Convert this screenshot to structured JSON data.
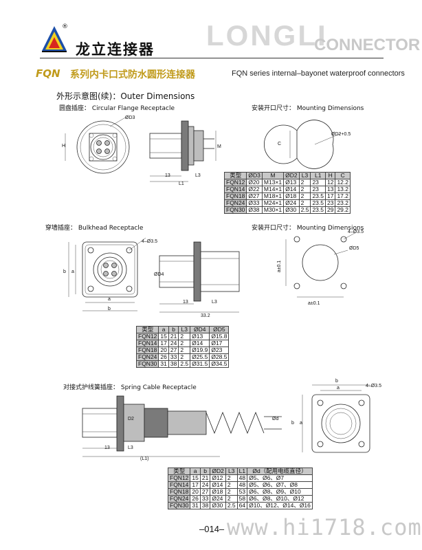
{
  "header": {
    "brand_cn": "龙立连接器",
    "brand_en_big": "LONGLI",
    "brand_en_small": "CONNECTOR",
    "registered": "®"
  },
  "series": {
    "code": "FQN",
    "title_cn": "系列内卡口式防水圆形连接器",
    "title_en": "FQN series internal–bayonet waterproof connectors"
  },
  "section_title": "外形示意图(续)：Outer Dimensions",
  "section1": {
    "label": "圆盘插座：  Circular Flange Receptacle",
    "mount_label": "安装开口尺寸：  Mounting Dimensions",
    "dims": {
      "d3": "ØD3",
      "h": "H",
      "m": "M",
      "l3": "L3",
      "l1": "L1",
      "n13": "13",
      "c": "C",
      "d2tol": "ØD2+0.5"
    },
    "table": {
      "headers": [
        "类型",
        "ØD3",
        "M",
        "ØD2",
        "L3",
        "L1",
        "H",
        "C"
      ],
      "rows": [
        [
          "FQN12",
          "Ø20",
          "M13×1",
          "Ø13",
          "2",
          "23",
          "12",
          "12.2"
        ],
        [
          "FQN14",
          "Ø22",
          "M14×1",
          "Ø14",
          "2",
          "23",
          "13",
          "13.2"
        ],
        [
          "FQN18",
          "Ø27",
          "M18×1",
          "Ø18",
          "2",
          "23.5",
          "17",
          "17.2"
        ],
        [
          "FQN24",
          "Ø33",
          "M24×1",
          "Ø24",
          "2",
          "23.5",
          "23",
          "23.2"
        ],
        [
          "FQN30",
          "Ø38",
          "M30×1",
          "Ø30",
          "2.5",
          "23.5",
          "29",
          "29.2"
        ]
      ]
    }
  },
  "section2": {
    "label": "穿墙插座：  Bulkhead Receptacle",
    "mount_label": "安装开口尺寸：  Mounting Dimensions",
    "dims": {
      "hole": "4–Ø3.5",
      "a": "a",
      "b": "b",
      "d4": "ØD4",
      "l3": "L3",
      "n13": "13",
      "n332": "33.2",
      "a01": "a±0.1",
      "d5": "ØD5",
      "hole2": "4–Ø3.5"
    },
    "table": {
      "headers": [
        "类型",
        "a",
        "b",
        "L3",
        "ØD4",
        "ØD5"
      ],
      "rows": [
        [
          "FQN12",
          "15",
          "21",
          "2",
          "Ø13",
          "Ø15.8"
        ],
        [
          "FQN14",
          "17",
          "24",
          "2",
          "Ø14",
          "Ø17"
        ],
        [
          "FQN18",
          "20",
          "27",
          "2",
          "Ø19.9",
          "Ø23"
        ],
        [
          "FQN24",
          "26",
          "33",
          "2",
          "Ø25.5",
          "Ø28.5"
        ],
        [
          "FQN30",
          "31",
          "38",
          "2.5",
          "Ø31.5",
          "Ø34.5"
        ]
      ]
    }
  },
  "section3": {
    "label": "对接式护线簧插座：  Spring Cable Receptacle",
    "dims": {
      "d2": "D2",
      "l3": "L3",
      "n13": "13",
      "l1": "(L1)",
      "d": "Ød",
      "b": "b",
      "a": "a",
      "hole": "4–Ø3.5"
    },
    "table": {
      "headers": [
        "类型",
        "a",
        "b",
        "ØD2",
        "L3",
        "L1",
        "Ød（配用电缆直径）"
      ],
      "rows": [
        [
          "FQN12",
          "15",
          "21",
          "Ø12",
          "2",
          "48",
          "Ø5、Ø6、Ø7"
        ],
        [
          "FQN14",
          "17",
          "24",
          "Ø14",
          "2",
          "48",
          "Ø5、Ø6、Ø7、Ø8"
        ],
        [
          "FQN18",
          "20",
          "27",
          "Ø18",
          "2",
          "53",
          "Ø6、Ø8、Ø9、Ø10"
        ],
        [
          "FQN24",
          "26",
          "33",
          "Ø24",
          "2",
          "58",
          "Ø6、Ø8、Ø10、Ø12"
        ],
        [
          "FQN30",
          "31",
          "38",
          "Ø30",
          "2.5",
          "64",
          "Ø10、Ø12、Ø14、Ø16"
        ]
      ]
    }
  },
  "footer": {
    "page": "–014–",
    "watermark": "www.hi1718.com"
  }
}
